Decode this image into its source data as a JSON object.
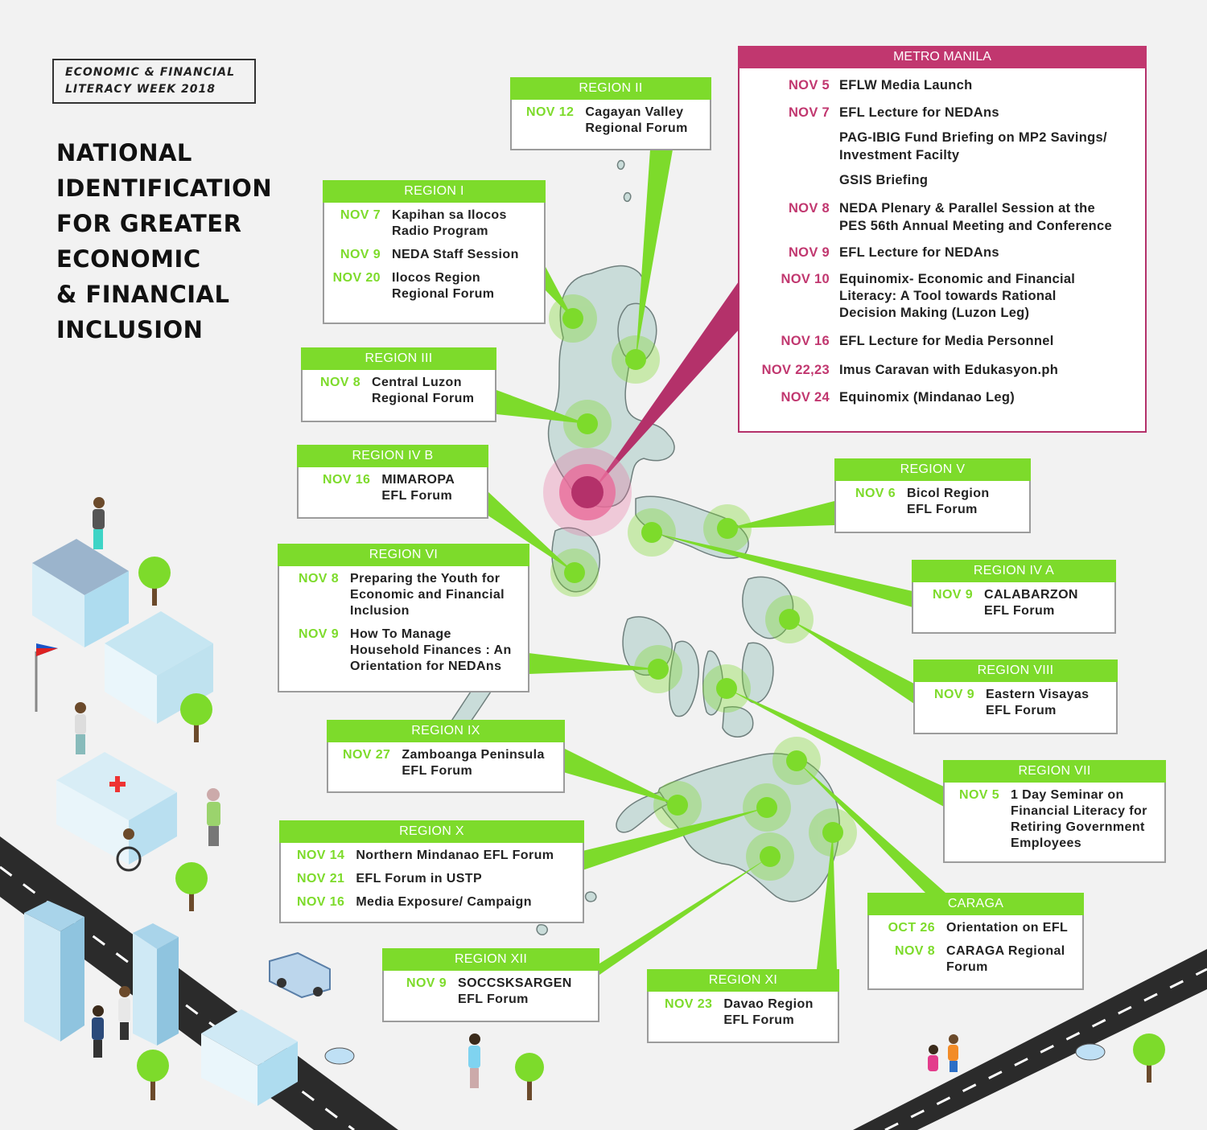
{
  "header": {
    "tag_lines": [
      "ECONOMIC & FINANCIAL",
      "LITERACY WEEK 2018"
    ]
  },
  "title_lines": [
    "NATIONAL",
    "IDENTIFICATION",
    "FOR GREATER",
    "ECONOMIC",
    "& FINANCIAL",
    "INCLUSION"
  ],
  "colors": {
    "accent_green": "#7ddb2b",
    "accent_magenta": "#c1376f",
    "map_fill": "#c9dcd9",
    "map_stroke": "#6f7f7d"
  },
  "metro_manila": {
    "title": "METRO MANILA",
    "events": [
      {
        "date": "NOV 5",
        "lines": [
          "EFLW Media Launch"
        ]
      },
      {
        "date": "NOV 7",
        "lines": [
          "EFL Lecture for NEDAns"
        ]
      },
      {
        "date": "",
        "lines": [
          "PAG-IBIG Fund Briefing on MP2 Savings/",
          "Investment Facilty"
        ]
      },
      {
        "date": "",
        "lines": [
          "GSIS Briefing"
        ]
      },
      {
        "date": "NOV 8",
        "lines": [
          "NEDA Plenary & Parallel Session at the",
          "PES 56th Annual Meeting and Conference"
        ]
      },
      {
        "date": "NOV 9",
        "lines": [
          "EFL Lecture for NEDAns"
        ]
      },
      {
        "date": "NOV 10",
        "lines": [
          "Equinomix- Economic and Financial",
          "Literacy: A Tool towards Rational",
          "Decision Making  (Luzon Leg)"
        ]
      },
      {
        "date": "NOV 16",
        "lines": [
          "EFL Lecture for Media Personnel"
        ]
      },
      {
        "date": "NOV 22,23",
        "lines": [
          "Imus Caravan with Edukasyon.ph"
        ]
      },
      {
        "date": "NOV 24",
        "lines": [
          "Equinomix (Mindanao Leg)"
        ]
      }
    ]
  },
  "regions": [
    {
      "id": "region-ii",
      "title": "REGION II",
      "events": [
        {
          "date": "NOV 12",
          "lines": [
            "Cagayan Valley",
            "Regional Forum"
          ]
        }
      ]
    },
    {
      "id": "region-i",
      "title": "REGION I",
      "events": [
        {
          "date": "NOV 7",
          "lines": [
            "Kapihan sa Ilocos",
            "Radio Program"
          ]
        },
        {
          "date": "NOV 9",
          "lines": [
            "NEDA Staff Session"
          ]
        },
        {
          "date": "NOV 20",
          "lines": [
            "Ilocos Region",
            "Regional Forum"
          ]
        }
      ]
    },
    {
      "id": "region-iii",
      "title": "REGION III",
      "events": [
        {
          "date": "NOV 8",
          "lines": [
            "Central Luzon",
            "Regional Forum"
          ]
        }
      ]
    },
    {
      "id": "region-iv-b",
      "title": "REGION IV B",
      "events": [
        {
          "date": "NOV 16",
          "lines": [
            "MIMAROPA",
            "EFL Forum"
          ]
        }
      ]
    },
    {
      "id": "region-vi",
      "title": "REGION VI",
      "events": [
        {
          "date": "NOV 8",
          "lines": [
            "Preparing the Youth for",
            "Economic and Financial",
            "Inclusion"
          ]
        },
        {
          "date": "NOV 9",
          "lines": [
            "How To Manage",
            "Household Finances : An",
            "Orientation for NEDAns"
          ]
        }
      ]
    },
    {
      "id": "region-ix",
      "title": "REGION IX",
      "events": [
        {
          "date": "NOV 27",
          "lines": [
            "Zamboanga Peninsula",
            "EFL Forum"
          ]
        }
      ]
    },
    {
      "id": "region-x",
      "title": "REGION X",
      "events": [
        {
          "date": "NOV 14",
          "lines": [
            "Northern Mindanao EFL Forum"
          ]
        },
        {
          "date": "NOV 21",
          "lines": [
            "EFL Forum in USTP"
          ]
        },
        {
          "date": "NOV 16",
          "lines": [
            "Media Exposure/ Campaign"
          ]
        }
      ]
    },
    {
      "id": "region-xii",
      "title": "REGION XII",
      "events": [
        {
          "date": "NOV 9",
          "lines": [
            "SOCCSKSARGEN",
            "EFL Forum"
          ]
        }
      ]
    },
    {
      "id": "region-xi",
      "title": "REGION XI",
      "events": [
        {
          "date": "NOV 23",
          "lines": [
            "Davao Region",
            "EFL Forum"
          ]
        }
      ]
    },
    {
      "id": "region-v",
      "title": "REGION V",
      "events": [
        {
          "date": "NOV 6",
          "lines": [
            "Bicol Region",
            "EFL Forum"
          ]
        }
      ]
    },
    {
      "id": "region-iv-a",
      "title": "REGION IV A",
      "events": [
        {
          "date": "NOV 9",
          "lines": [
            "CALABARZON",
            "EFL Forum"
          ]
        }
      ]
    },
    {
      "id": "region-viii",
      "title": "REGION VIII",
      "events": [
        {
          "date": "NOV 9",
          "lines": [
            "Eastern Visayas",
            "EFL Forum"
          ]
        }
      ]
    },
    {
      "id": "region-vii",
      "title": "REGION VII",
      "events": [
        {
          "date": "NOV 5",
          "lines": [
            "1 Day Seminar on",
            "Financial Literacy for",
            "Retiring Government",
            "Employees"
          ]
        }
      ]
    },
    {
      "id": "caraga",
      "title": "CARAGA",
      "events": [
        {
          "date": "OCT 26",
          "lines": [
            "Orientation on EFL"
          ]
        },
        {
          "date": "NOV 8",
          "lines": [
            "CARAGA Regional",
            "Forum"
          ]
        }
      ]
    }
  ]
}
